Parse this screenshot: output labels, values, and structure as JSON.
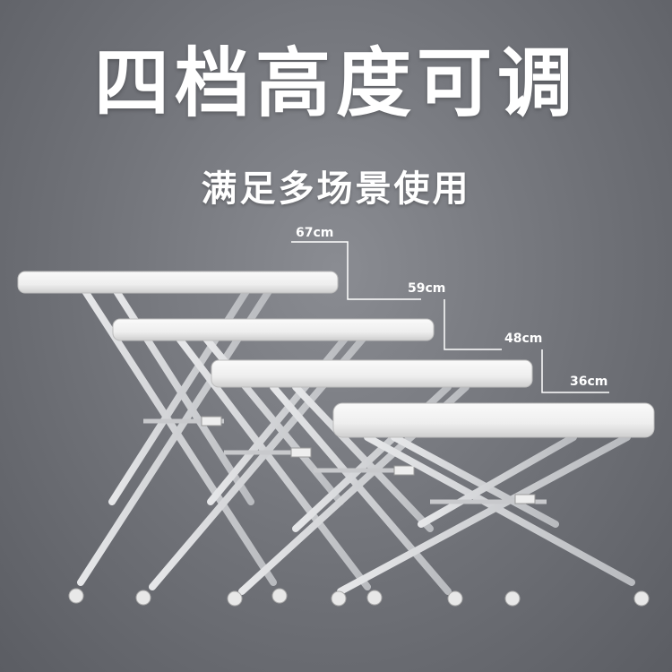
{
  "headline": "四档高度可调",
  "subheadline": "满足多场景使用",
  "height_labels": [
    "67cm",
    "59cm",
    "48cm",
    "36cm"
  ],
  "colors": {
    "background": "#6f7177",
    "tabletop": "#f2f2f2",
    "frame": "#d9dadc",
    "text": "#ffffff"
  }
}
